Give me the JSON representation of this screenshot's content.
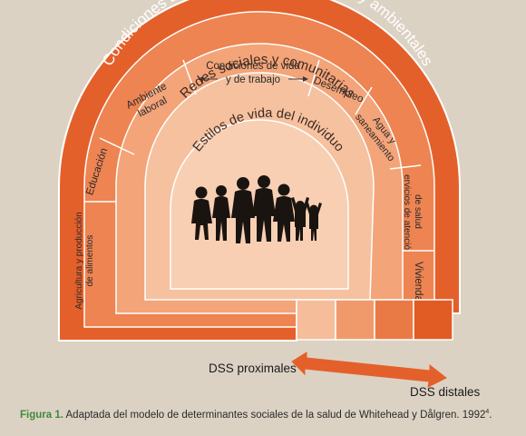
{
  "rings": {
    "outer": {
      "title": "Condiciones socioeconómicas, culturales y ambientales"
    },
    "living": {
      "header_line1": "Condiciones de vida",
      "header_line2": "y de trabajo",
      "segments": {
        "agricultura_l1": "Agricultura y producción",
        "agricultura_l2": "de alimentos",
        "educacion": "Educación",
        "ambiente_l1": "Ambiente",
        "ambiente_l2": "laboral",
        "desempleo": "Desempleo",
        "agua_l1": "Agua y",
        "agua_l2": "saneamiento",
        "servicios_l1": "Servicios de atención",
        "servicios_l2": "de salud",
        "vivienda": "Vivienda"
      }
    },
    "social": {
      "title": "Redes sociales y comunitarias"
    },
    "lifestyle": {
      "title": "Estilos de vida del individuo"
    }
  },
  "scale": {
    "label_proximal": "DSS proximales",
    "label_distal": "DSS distales",
    "colors": [
      "#f6bd9a",
      "#f09a6c",
      "#e97a45",
      "#e15c24"
    ]
  },
  "caption": {
    "label": "Figura 1.",
    "text": " Adaptada del modelo de determinantes sociales de la salud de Whitehead y Dålgren. 1992",
    "superscript": "4",
    "end": "."
  },
  "colors": {
    "background": "#dcd2c3",
    "outer_ring": "#e4602a",
    "living_ring": "#ed8452",
    "social_ring": "#f3a479",
    "lifestyle_ring": "#f6c19f",
    "core": "#f8cfb3",
    "caption_label": "#3f8a3a"
  }
}
